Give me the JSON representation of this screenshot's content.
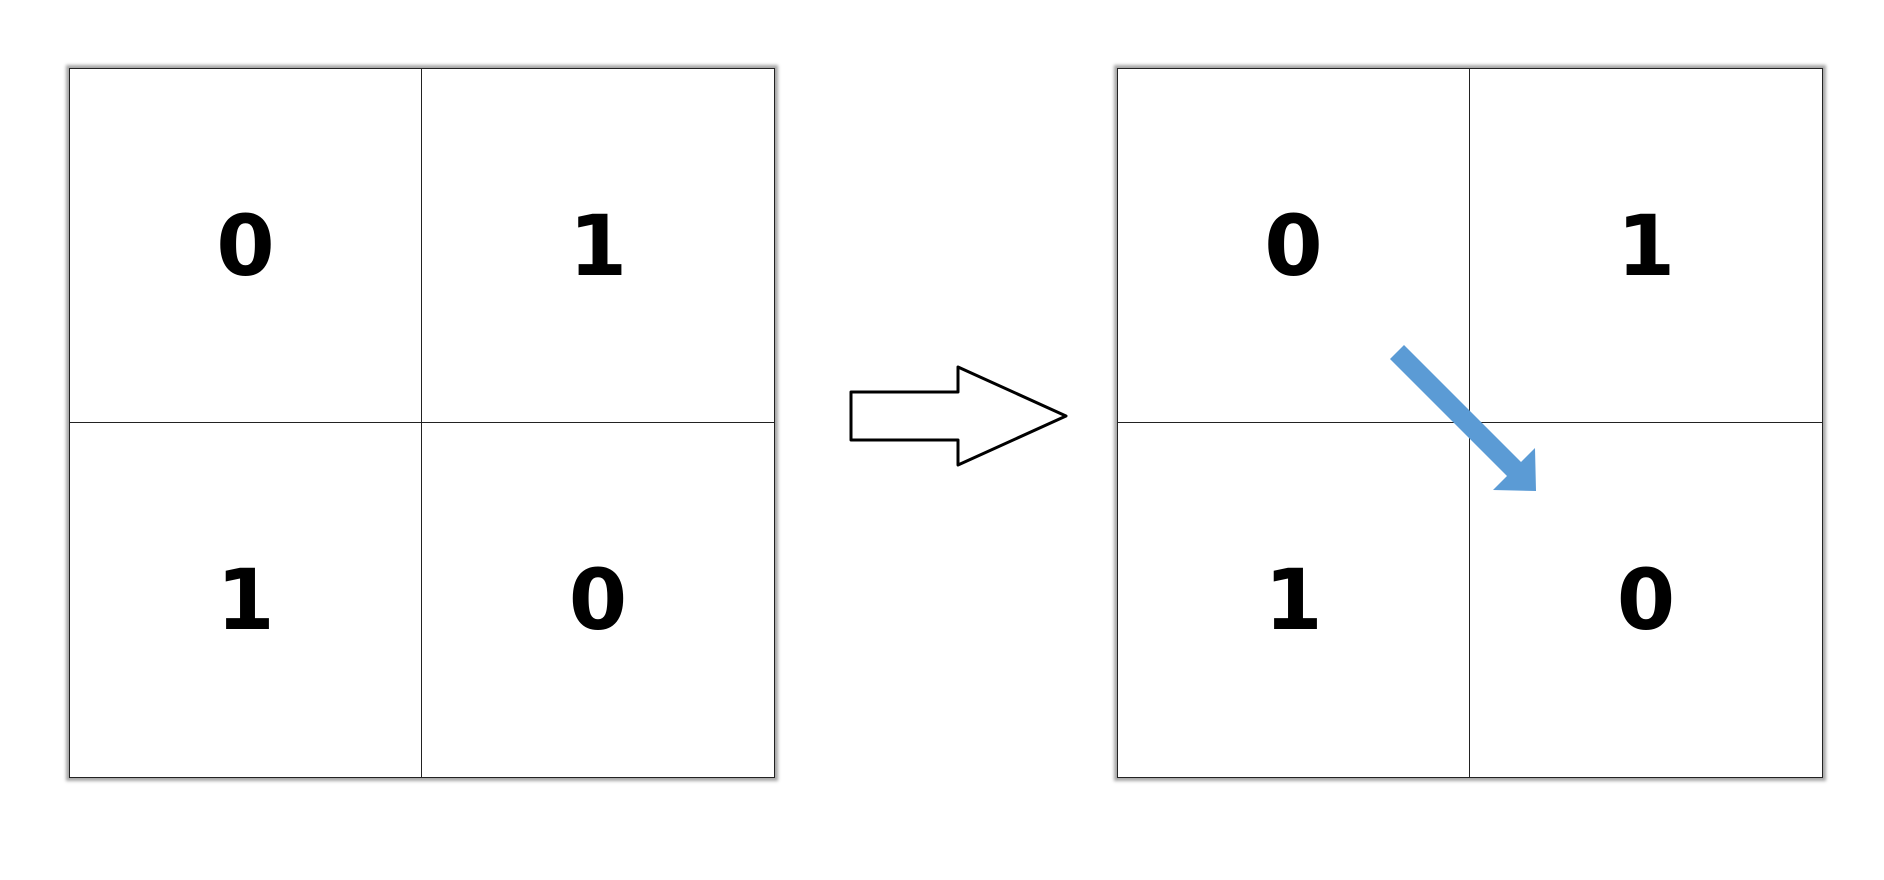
{
  "before_grid": {
    "rows": [
      [
        "0",
        "1"
      ],
      [
        "1",
        "0"
      ]
    ]
  },
  "after_grid": {
    "rows": [
      [
        "0",
        "1"
      ],
      [
        "1",
        "0"
      ]
    ]
  },
  "transition_arrow": {
    "icon": "outline-right-arrow-icon",
    "fill": "#ffffff",
    "stroke": "#000000"
  },
  "diagonal_arrow": {
    "icon": "diagonal-arrow-icon",
    "direction": "top-left-to-bottom-right",
    "color": "#5b9bd5"
  }
}
